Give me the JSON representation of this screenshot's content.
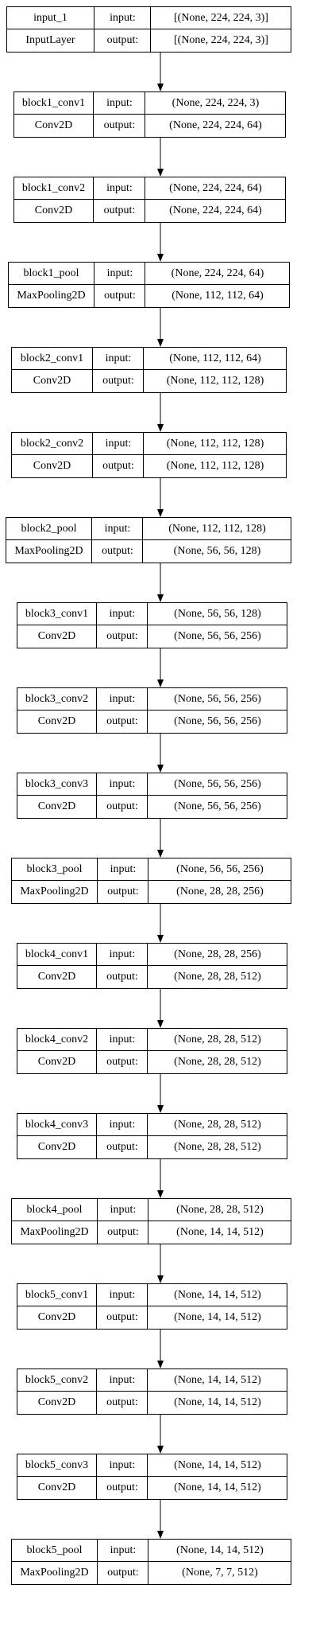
{
  "diagram": {
    "nodes": [
      {
        "name": "input_1",
        "type": "InputLayer",
        "input_label": "input:",
        "output_label": "output:",
        "input_shape": "[(None, 224, 224, 3)]",
        "output_shape": "[(None, 224, 224, 3)]"
      },
      {
        "name": "block1_conv1",
        "type": "Conv2D",
        "input_label": "input:",
        "output_label": "output:",
        "input_shape": "(None, 224, 224, 3)",
        "output_shape": "(None, 224, 224, 64)"
      },
      {
        "name": "block1_conv2",
        "type": "Conv2D",
        "input_label": "input:",
        "output_label": "output:",
        "input_shape": "(None, 224, 224, 64)",
        "output_shape": "(None, 224, 224, 64)"
      },
      {
        "name": "block1_pool",
        "type": "MaxPooling2D",
        "input_label": "input:",
        "output_label": "output:",
        "input_shape": "(None, 224, 224, 64)",
        "output_shape": "(None, 112, 112, 64)"
      },
      {
        "name": "block2_conv1",
        "type": "Conv2D",
        "input_label": "input:",
        "output_label": "output:",
        "input_shape": "(None, 112, 112, 64)",
        "output_shape": "(None, 112, 112, 128)"
      },
      {
        "name": "block2_conv2",
        "type": "Conv2D",
        "input_label": "input:",
        "output_label": "output:",
        "input_shape": "(None, 112, 112, 128)",
        "output_shape": "(None, 112, 112, 128)"
      },
      {
        "name": "block2_pool",
        "type": "MaxPooling2D",
        "input_label": "input:",
        "output_label": "output:",
        "input_shape": "(None, 112, 112, 128)",
        "output_shape": "(None, 56, 56, 128)"
      },
      {
        "name": "block3_conv1",
        "type": "Conv2D",
        "input_label": "input:",
        "output_label": "output:",
        "input_shape": "(None, 56, 56, 128)",
        "output_shape": "(None, 56, 56, 256)"
      },
      {
        "name": "block3_conv2",
        "type": "Conv2D",
        "input_label": "input:",
        "output_label": "output:",
        "input_shape": "(None, 56, 56, 256)",
        "output_shape": "(None, 56, 56, 256)"
      },
      {
        "name": "block3_conv3",
        "type": "Conv2D",
        "input_label": "input:",
        "output_label": "output:",
        "input_shape": "(None, 56, 56, 256)",
        "output_shape": "(None, 56, 56, 256)"
      },
      {
        "name": "block3_pool",
        "type": "MaxPooling2D",
        "input_label": "input:",
        "output_label": "output:",
        "input_shape": "(None, 56, 56, 256)",
        "output_shape": "(None, 28, 28, 256)"
      },
      {
        "name": "block4_conv1",
        "type": "Conv2D",
        "input_label": "input:",
        "output_label": "output:",
        "input_shape": "(None, 28, 28, 256)",
        "output_shape": "(None, 28, 28, 512)"
      },
      {
        "name": "block4_conv2",
        "type": "Conv2D",
        "input_label": "input:",
        "output_label": "output:",
        "input_shape": "(None, 28, 28, 512)",
        "output_shape": "(None, 28, 28, 512)"
      },
      {
        "name": "block4_conv3",
        "type": "Conv2D",
        "input_label": "input:",
        "output_label": "output:",
        "input_shape": "(None, 28, 28, 512)",
        "output_shape": "(None, 28, 28, 512)"
      },
      {
        "name": "block4_pool",
        "type": "MaxPooling2D",
        "input_label": "input:",
        "output_label": "output:",
        "input_shape": "(None, 28, 28, 512)",
        "output_shape": "(None, 14, 14, 512)"
      },
      {
        "name": "block5_conv1",
        "type": "Conv2D",
        "input_label": "input:",
        "output_label": "output:",
        "input_shape": "(None, 14, 14, 512)",
        "output_shape": "(None, 14, 14, 512)"
      },
      {
        "name": "block5_conv2",
        "type": "Conv2D",
        "input_label": "input:",
        "output_label": "output:",
        "input_shape": "(None, 14, 14, 512)",
        "output_shape": "(None, 14, 14, 512)"
      },
      {
        "name": "block5_conv3",
        "type": "Conv2D",
        "input_label": "input:",
        "output_label": "output:",
        "input_shape": "(None, 14, 14, 512)",
        "output_shape": "(None, 14, 14, 512)"
      },
      {
        "name": "block5_pool",
        "type": "MaxPooling2D",
        "input_label": "input:",
        "output_label": "output:",
        "input_shape": "(None, 14, 14, 512)",
        "output_shape": "(None, 7, 7, 512)"
      }
    ]
  }
}
